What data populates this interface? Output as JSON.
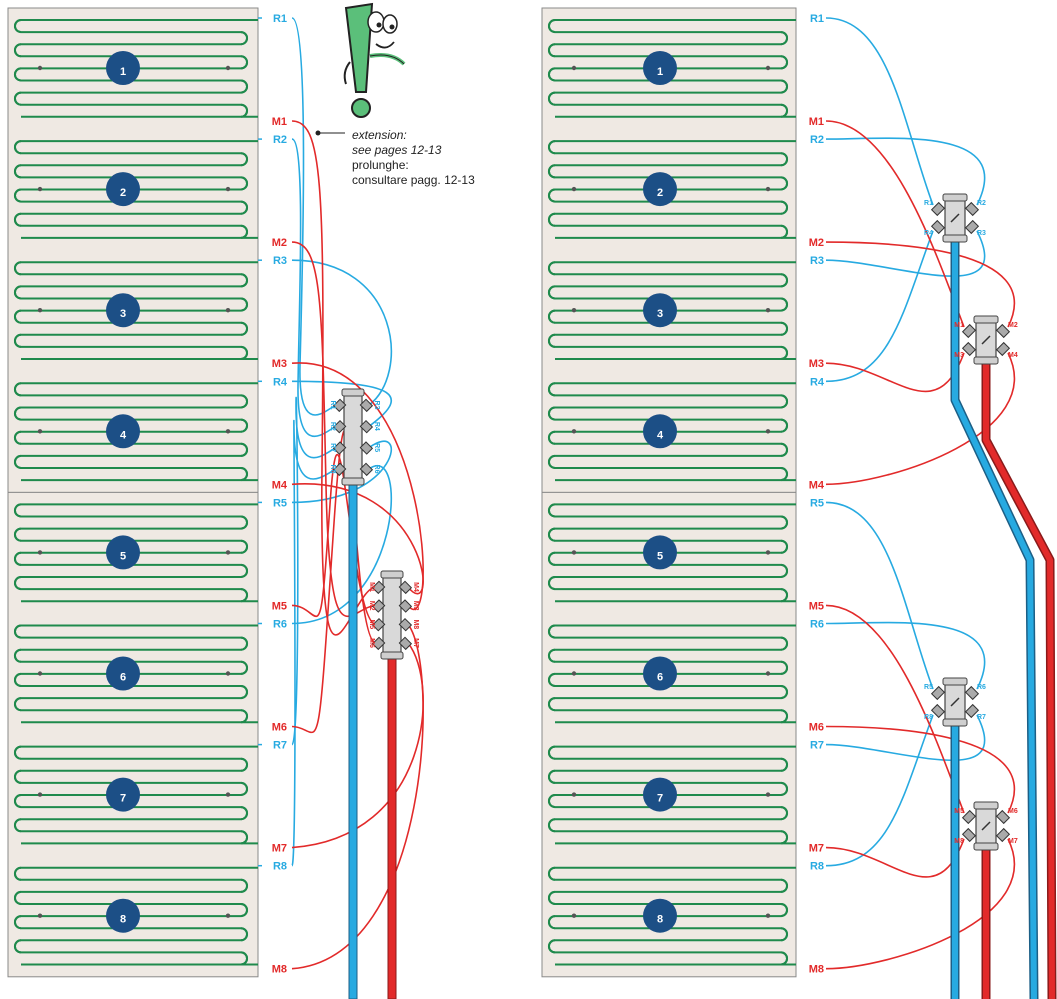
{
  "colors": {
    "panel": "#efe9e3",
    "panel_border": "#8a8a8a",
    "coil": "#1f8a4c",
    "return": "#27aae1",
    "flow": "#e22a2a",
    "badge": "#1c4f86",
    "mascot": "#5bbf7a"
  },
  "diagrams": [
    {
      "name": "left",
      "zones": [
        "1",
        "2",
        "3",
        "4",
        "5",
        "6",
        "7",
        "8"
      ],
      "return_labels": [
        "R1",
        "R2",
        "R3",
        "R4",
        "R5",
        "R6",
        "R7",
        "R8"
      ],
      "flow_labels": [
        "M1",
        "M2",
        "M3",
        "M4",
        "M5",
        "M6",
        "M7",
        "M8"
      ],
      "manifolds": [
        {
          "ports_left": [
            "R1",
            "R2",
            "R7",
            "R8"
          ],
          "ports_right": [
            "R3",
            "R4",
            "R5",
            "R6"
          ]
        },
        {
          "ports_left": [
            "M1",
            "M2",
            "M5",
            "M6"
          ],
          "ports_right": [
            "M4",
            "M3",
            "M8",
            "M7"
          ]
        }
      ]
    },
    {
      "name": "right",
      "zones": [
        "1",
        "2",
        "3",
        "4",
        "5",
        "6",
        "7",
        "8"
      ],
      "return_labels": [
        "R1",
        "R2",
        "R3",
        "R4",
        "R5",
        "R6",
        "R7",
        "R8"
      ],
      "flow_labels": [
        "M1",
        "M2",
        "M3",
        "M4",
        "M5",
        "M6",
        "M7",
        "M8"
      ],
      "connectors": [
        {
          "ports": [
            "R1",
            "R2",
            "R4",
            "R3"
          ]
        },
        {
          "ports": [
            "M1",
            "M2",
            "M3",
            "M4"
          ]
        },
        {
          "ports": [
            "R5",
            "R6",
            "R8",
            "R7"
          ]
        },
        {
          "ports": [
            "M5",
            "M6",
            "M8",
            "M7"
          ]
        }
      ]
    }
  ],
  "note": {
    "line1": "extension:",
    "line2": "see pages 12-13",
    "line3": "prolunghe:",
    "line4": "consultare pagg. 12-13"
  }
}
